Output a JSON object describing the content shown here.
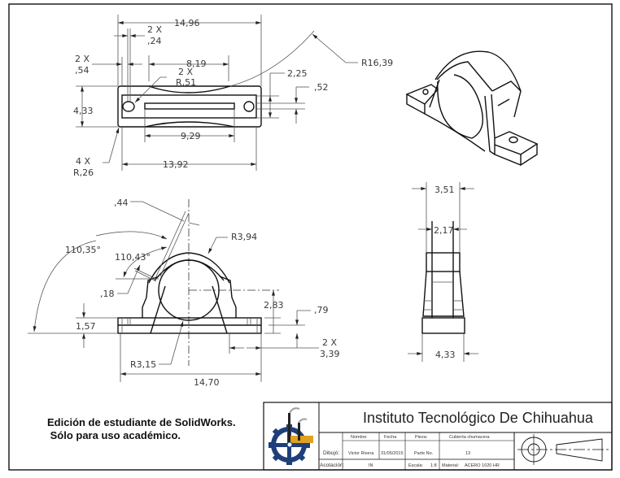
{
  "drawing": {
    "sheet_border": true,
    "top_view": {
      "dimensions": {
        "overall_length": "14,96",
        "slot_center_width_qty": "2 X",
        "slot_center_width": ",24",
        "edge_offset_qty": "2 X",
        "edge_offset": ",54",
        "hole_spacing": "8,19",
        "hole_radius_qty": "2 X",
        "hole_radius": "R,51",
        "arc_radius": "R16,39",
        "slot_height": "2,25",
        "slot_width": ",52",
        "base_width": "4,33",
        "slot_length": "9,29",
        "inner_length": "13,92",
        "corner_radius_qty": "4 X",
        "corner_radius": "R,26"
      }
    },
    "front_view": {
      "dimensions": {
        "rib_thickness": ",44",
        "outer_angle": "110,35°",
        "inner_angle": "110,43°",
        "rib_gap": ",18",
        "outer_radius": "R3,94",
        "center_height": "2,83",
        "step_height": ",79",
        "base_height": "1,57",
        "foot_length_qty": "2 X",
        "foot_length": "3,39",
        "bore_radius": "R3,15",
        "overall_length": "14,70"
      }
    },
    "side_view": {
      "dimensions": {
        "top_width": "3,51",
        "inner_width": "2,17",
        "base_width": "4,33"
      }
    },
    "isometric_view": {
      "label": ""
    }
  },
  "watermark": {
    "line1": "Edición de estudiante de SolidWorks.",
    "line2": " Sólo para uso académico."
  },
  "title_block": {
    "institution": "Instituto Tecnológico De Chihuahua",
    "logo_colors": {
      "gear": "#1f3f7a",
      "factory": "#e0a020",
      "smoke": "#9aa0a8"
    },
    "headers": {
      "name": "Nombre",
      "date": "Fecha",
      "part": "Pieza:"
    },
    "part_name": "Cubierta chumacera",
    "drew_label": "Dibujó:",
    "drew_name": "Victor Rivera",
    "date": "31/05/2015",
    "part_no_label": "Parte No.",
    "part_no": "13",
    "units_label": "Acotación:",
    "units": "IN",
    "scale_label": "Escala:",
    "scale": "1:8",
    "material_label": "Material:",
    "material": "ACERO 1020 HR",
    "projection_symbol": "third-angle-projection"
  }
}
